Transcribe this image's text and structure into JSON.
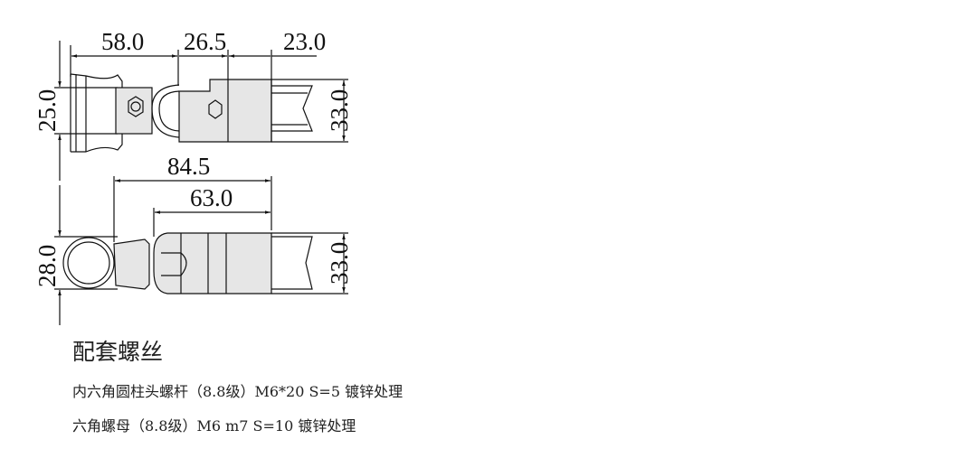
{
  "drawing": {
    "top_view": {
      "dim_a": "58.0",
      "dim_b": "26.5",
      "dim_c": "23.0",
      "dim_left": "25.0",
      "dim_right": "33.0"
    },
    "side_view": {
      "dim_overall": "84.5",
      "dim_inner": "63.0",
      "dim_left": "28.0",
      "dim_right": "33.0"
    }
  },
  "notes": {
    "title": "配套螺丝",
    "lines": [
      "内六角圆柱头螺杆（8.8级）M6*20 S=5 镀锌处理",
      "六角螺母（8.8级）M6 m7 S=10 镀锌处理"
    ]
  }
}
